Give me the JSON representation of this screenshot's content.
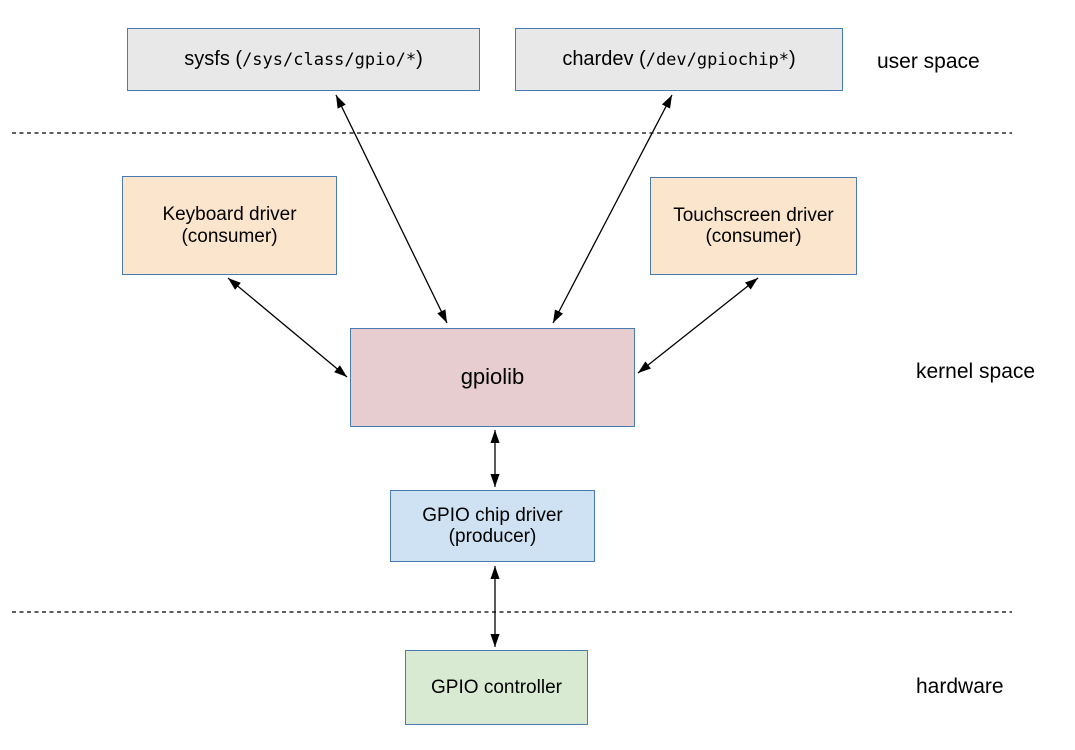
{
  "zones": {
    "user_space": "user space",
    "kernel_space": "kernel space",
    "hardware": "hardware"
  },
  "boxes": {
    "sysfs": {
      "name": "sysfs",
      "paren_open": "(",
      "path": "/sys/class/gpio/*",
      "paren_close": ")"
    },
    "chardev": {
      "name": "chardev",
      "paren_open": "(",
      "path": "/dev/gpiochip*",
      "paren_close": ")"
    },
    "keyboard": {
      "line1": "Keyboard driver",
      "line2": "(consumer)"
    },
    "touchscreen": {
      "line1": "Touchscreen driver",
      "line2": "(consumer)"
    },
    "gpiolib": {
      "label": "gpiolib"
    },
    "chip_driver": {
      "line1": "GPIO chip driver",
      "line2": "(producer)"
    },
    "controller": {
      "label": "GPIO controller"
    }
  },
  "colors": {
    "border_blue": "#4a7bb0",
    "userspace_box_fill": "#e8e8e8",
    "consumer_box_fill": "#fbe5cd",
    "gpiolib_fill": "#e8cdd0",
    "chip_driver_fill": "#cfe2f3",
    "controller_fill": "#d9ead3",
    "arrow_color": "#000000",
    "dashed_line_color": "#000000"
  }
}
